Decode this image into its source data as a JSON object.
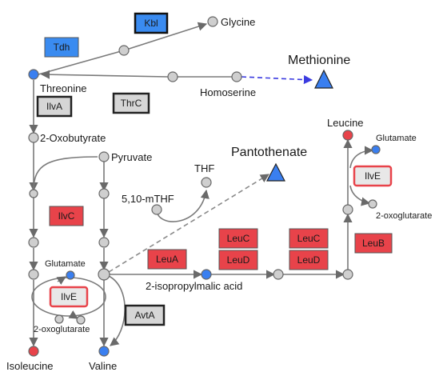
{
  "colors": {
    "gray_node": "#cfcfcf",
    "red_node": "#e8434a",
    "blue_node": "#3a7ff0",
    "red_box": "#e8434a",
    "blue_box": "#3a8bf0",
    "gray_box": "#d6d6d6",
    "red_outline_box": "#e8e8e8"
  },
  "metabolites": {
    "glycine": "Glycine",
    "threonine": "Threonine",
    "homoserine": "Homoserine",
    "methionine": "Methionine",
    "oxobutyrate": "2-Oxobutyrate",
    "pyruvate": "Pyruvate",
    "pantothenate": "Pantothenate",
    "thf": "THF",
    "mthf": "5,10-mTHF",
    "leucine": "Leucine",
    "glutamate_right": "Glutamate",
    "oxoglutarate_right": "2-oxoglutarate",
    "glutamate_left": "Glutamate",
    "oxoglutarate_left": "2-oxoglutarate",
    "ipm": "2-isopropylmalic acid",
    "isoleucine": "Isoleucine",
    "valine": "Valine"
  },
  "enzymes": {
    "kbl": "Kbl",
    "tdh": "Tdh",
    "ilva": "IlvA",
    "thrc": "ThrC",
    "ilvc": "IlvC",
    "ilve_left": "IlvE",
    "ilve_right": "IlvE",
    "avta": "AvtA",
    "leua": "LeuA",
    "leuc1": "LeuC",
    "leud1": "LeuD",
    "leuc2": "LeuC",
    "leud2": "LeuD",
    "leub": "LeuB"
  }
}
